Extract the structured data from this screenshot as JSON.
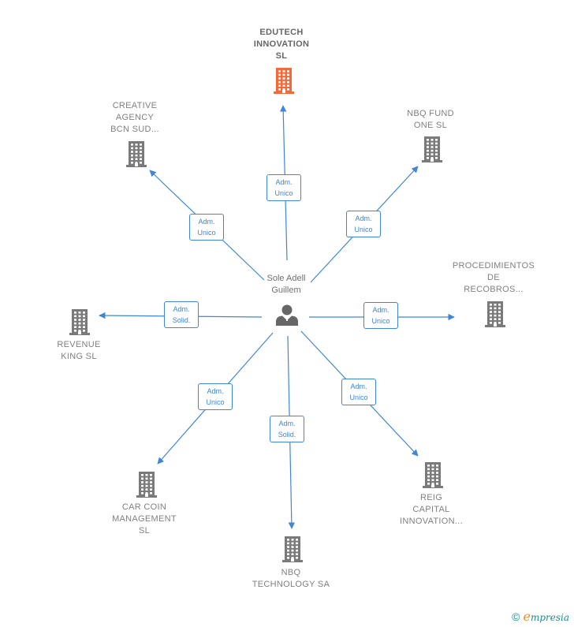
{
  "center": {
    "name": "Sole Adell\nGuillem",
    "icon": "person-icon"
  },
  "colors": {
    "edge": "#3f86d6",
    "main_building": "#f4683a",
    "building": "#7a7a7a",
    "text": "#808080"
  },
  "nodes": [
    {
      "id": "edutech",
      "label": "EDUTECH\nINNOVATION\nSL",
      "main": true,
      "role_line1": "Adm.",
      "role_line2": "Unico"
    },
    {
      "id": "creative",
      "label": "CREATIVE\nAGENCY\nBCN SUD...",
      "main": false,
      "role_line1": "Adm.",
      "role_line2": "Unico"
    },
    {
      "id": "nbqfund",
      "label": "NBQ FUND\nONE  SL",
      "main": false,
      "role_line1": "Adm.",
      "role_line2": "Unico"
    },
    {
      "id": "procedimientos",
      "label": "PROCEDIMIENTOS\nDE\nRECOBROS...",
      "main": false,
      "role_line1": "Adm.",
      "role_line2": "Unico"
    },
    {
      "id": "revenue",
      "label": "REVENUE\nKING  SL",
      "main": false,
      "role_line1": "Adm.",
      "role_line2": "Solid."
    },
    {
      "id": "carcoin",
      "label": "CAR COIN\nMANAGEMENT\nSL",
      "main": false,
      "role_line1": "Adm.",
      "role_line2": "Unico"
    },
    {
      "id": "nbqtech",
      "label": "NBQ\nTECHNOLOGY SA",
      "main": false,
      "role_line1": "Adm.",
      "role_line2": "Solid."
    },
    {
      "id": "reig",
      "label": "REIG\nCAPITAL\nINNOVATION...",
      "main": false,
      "role_line1": "Adm.",
      "role_line2": "Unico"
    }
  ],
  "footer": {
    "copyright": "©",
    "brand_first": "e",
    "brand_rest": "mpresia"
  }
}
